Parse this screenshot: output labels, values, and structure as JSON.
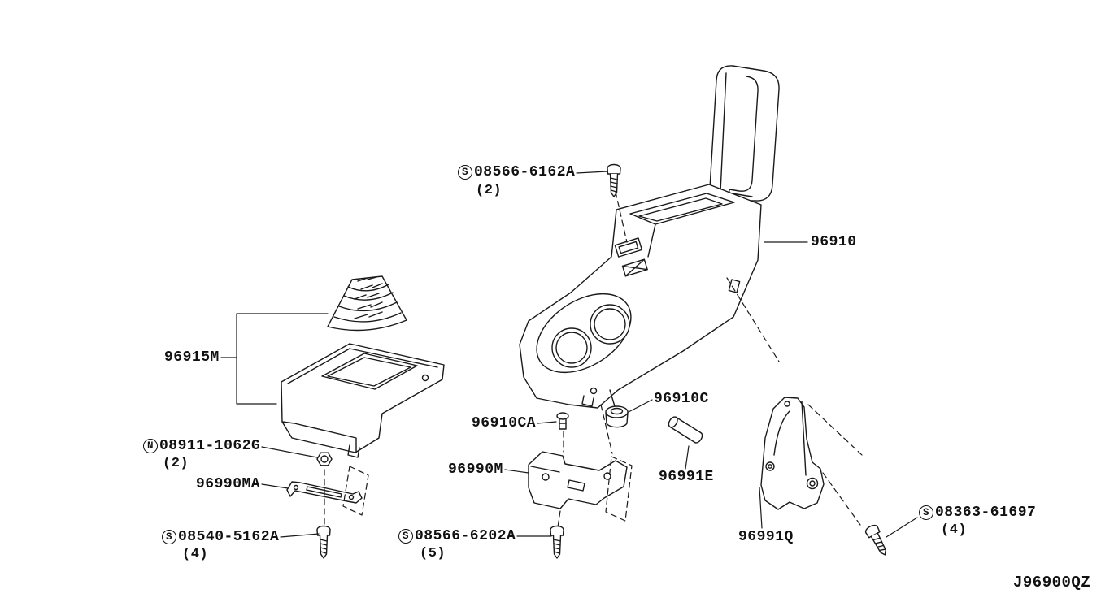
{
  "page": {
    "background": "#ffffff",
    "line_color": "#1a1a1a"
  },
  "drawing_code": "J96900QZ",
  "labels": [
    {
      "prefix": "S",
      "text": "08566-6162A",
      "qty": "(2)"
    },
    {
      "text": "96910"
    },
    {
      "text": "96915M"
    },
    {
      "prefix": "N",
      "text": "08911-1062G",
      "qty": "(2)"
    },
    {
      "text": "96990MA"
    },
    {
      "prefix": "S",
      "text": "08540-5162A",
      "qty": "(4)"
    },
    {
      "text": "96910CA"
    },
    {
      "text": "96990M"
    },
    {
      "prefix": "S",
      "text": "08566-6202A",
      "qty": "(5)"
    },
    {
      "text": "96910C"
    },
    {
      "text": "96991E"
    },
    {
      "text": "96991Q"
    },
    {
      "prefix": "S",
      "text": "08363-61697",
      "qty": "(4)"
    }
  ]
}
